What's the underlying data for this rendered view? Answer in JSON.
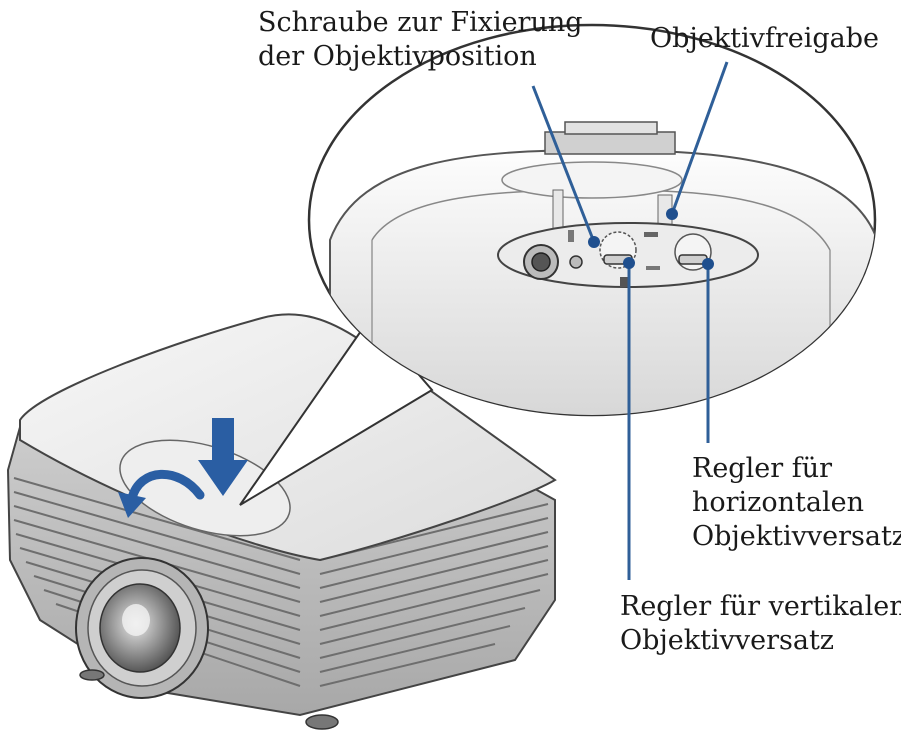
{
  "callouts": {
    "screw": {
      "lines": [
        "Schraube zur Fixierung",
        "der Objektivposition"
      ]
    },
    "release": {
      "lines": [
        "Objektivfreigabe"
      ]
    },
    "horizontal": {
      "lines": [
        "Regler für",
        "horizontalen",
        "Objektivversatz"
      ]
    },
    "vertical": {
      "lines": [
        "Regler für vertikalen",
        "Objektivversatz"
      ]
    }
  },
  "colors": {
    "callout_line": "#2f5f98",
    "callout_dot": "#1f4f8e",
    "arrow": "#2a5ea3",
    "outline": "#333333"
  }
}
